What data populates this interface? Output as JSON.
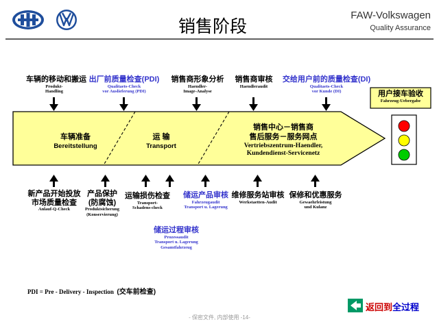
{
  "header": {
    "title": "销售阶段",
    "brand": "FAW-Volkswagen",
    "subtitle": "Quality Assurance",
    "logo_left_icon": "faw-logo",
    "logo_right_icon": "vw-logo"
  },
  "top_steps": [
    {
      "cn": "车辆的移动和搬运",
      "de1": "Produkt-",
      "de2": "Handling",
      "color": "black"
    },
    {
      "cn": "出厂前质量检查(PDI)",
      "de1": "Qualitaets-Check",
      "de2": "vor Auslieferung (PDI)",
      "color": "blue"
    },
    {
      "cn": "销售商形象分析",
      "de1": "Haendler-",
      "de2": "Image-Analyse",
      "color": "black"
    },
    {
      "cn": "销售商审核",
      "de1": "Haendleraudit",
      "de2": "",
      "color": "black"
    },
    {
      "cn": "交给用户前的质量检查(DI)",
      "de1": "Qualitaets-Check",
      "de2": "vor Kunde (DI)",
      "color": "blue"
    }
  ],
  "handover": {
    "cn": "用户接车验收",
    "de": "Fahrzeug-Uebergabe"
  },
  "phases": [
    {
      "cn": "车辆准备",
      "de": "Bereitstellung"
    },
    {
      "cn": "运 输",
      "de": "Transport"
    },
    {
      "cn1": "销售中心－销售商",
      "cn2": "售后服务－服务网点",
      "de1": "Vertriebszentrum-Haendler,",
      "de2": "Kundendienst-Servicenetz"
    }
  ],
  "bottom_steps": [
    {
      "cn1": "新产品开始投放",
      "cn2": "市场质量检查",
      "de1": "Anlauf-Q-Check",
      "de2": ""
    },
    {
      "cn1": "产品保护",
      "cn2": "(防腐蚀)",
      "de1": "Produktsicherung",
      "de2": "(Konservierung)"
    },
    {
      "cn1": "运输损伤检查",
      "cn2": "",
      "de1": "Transport-",
      "de2": "Schadens-check"
    },
    {
      "cn1": "储运产品审核",
      "cn2": "",
      "de1": "Fahrzeugaudit",
      "de2": "Transport u. Lagerung"
    },
    {
      "cn1": "维修服务站审核",
      "cn2": "",
      "de1": "Werkstaetten-Audit",
      "de2": ""
    },
    {
      "cn1": "保修和优惠服务",
      "cn2": "",
      "de1": "Gewaehrleistung",
      "de2": "und Kulanz"
    }
  ],
  "process_audit": {
    "cn": "储运过程审核",
    "de1": "Prozessaudit",
    "de2": "Transport u. Lagerung",
    "de3": "Gesamtfahrzeug"
  },
  "footnote": {
    "text": "PDI = Pre - Delivery - Inspection",
    "cn": "(交车前检查)"
  },
  "footer": {
    "confidential": "- 保密文件, 内部使用 -14-",
    "back_link": "返回到",
    "back_link2": "全过程",
    "back_icon": "back-arrow-icon"
  },
  "colors": {
    "arrow_fill": "#ffff99",
    "blue_text": "#3333cc",
    "traffic_red": "#ff0000",
    "traffic_yellow": "#ffff00",
    "traffic_green": "#00cc00",
    "back_icon": "#009966"
  }
}
